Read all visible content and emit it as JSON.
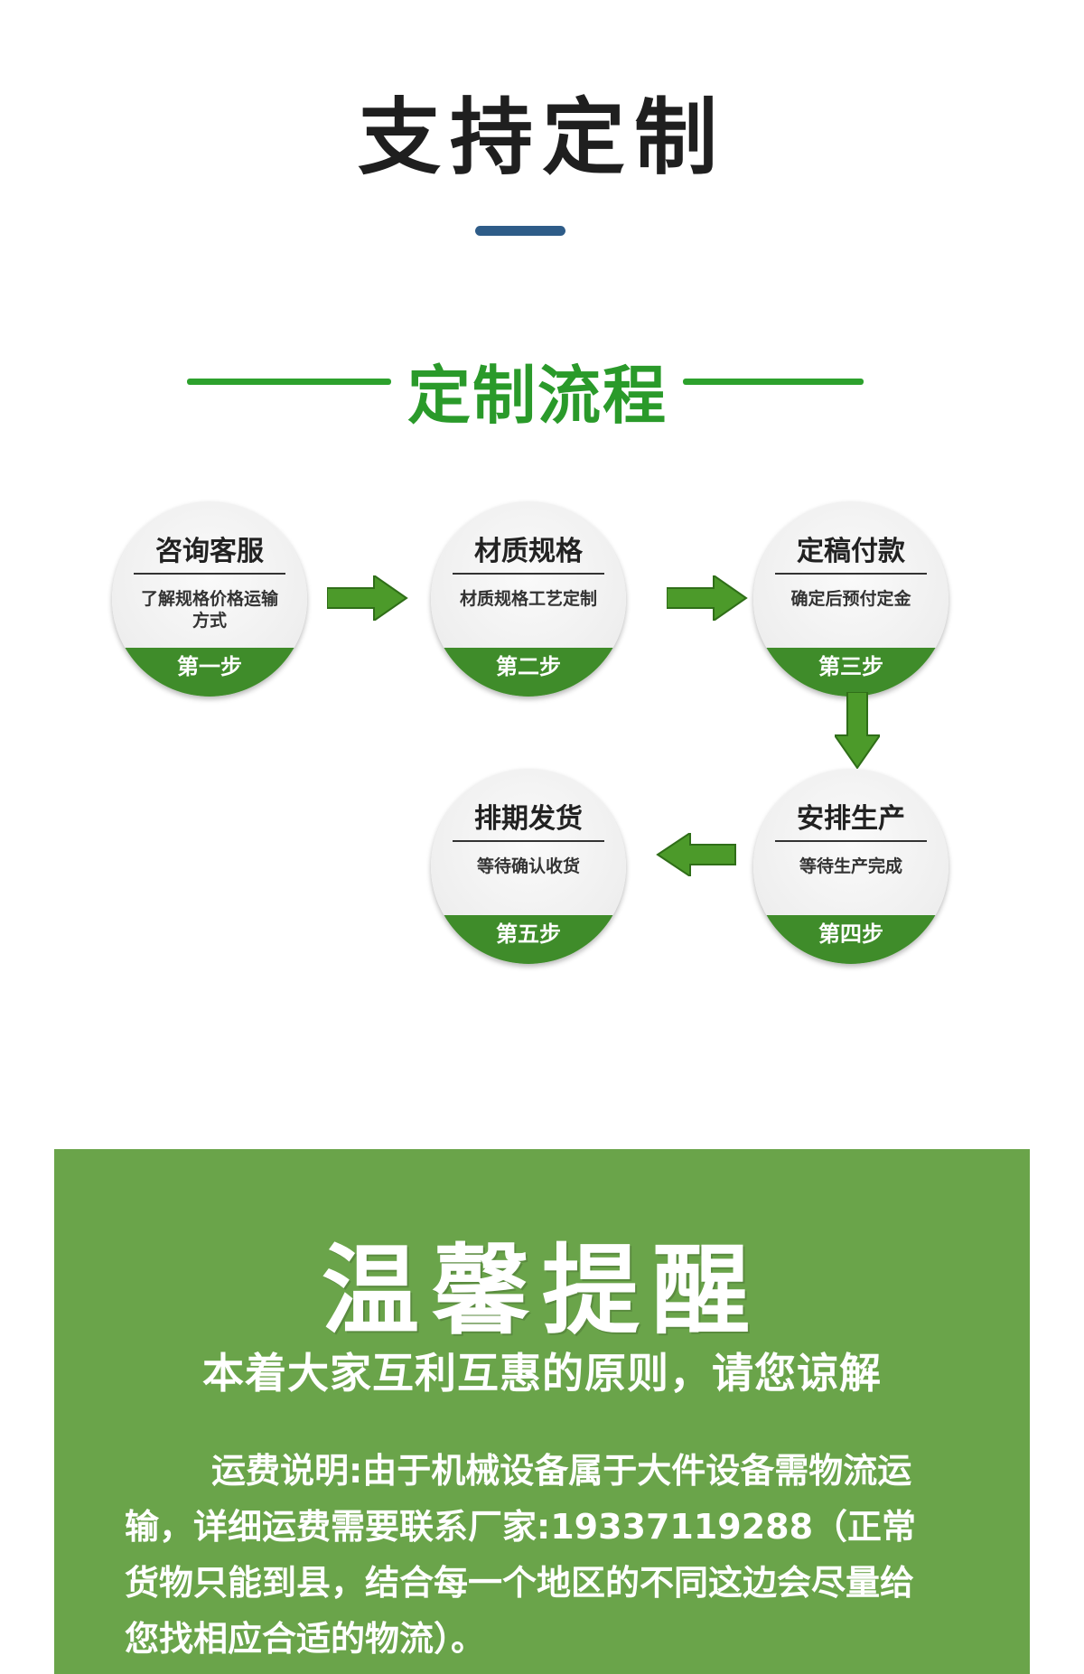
{
  "header": {
    "title": "支持定制"
  },
  "process": {
    "title": "定制流程",
    "steps": [
      {
        "title": "咨询客服",
        "desc": "了解规格价格运输方式",
        "band": "第一步"
      },
      {
        "title": "材质规格",
        "desc": "材质规格工艺定制",
        "band": "第二步"
      },
      {
        "title": "定稿付款",
        "desc": "确定后预付定金",
        "band": "第三步"
      },
      {
        "title": "安排生产",
        "desc": "等待生产完成",
        "band": "第四步"
      },
      {
        "title": "排期发货",
        "desc": "等待确认收货",
        "band": "第五步"
      }
    ]
  },
  "notice": {
    "title": "温馨提醒",
    "subtitle": "本着大家互利互惠的原则，请您谅解",
    "label": "运费说明:",
    "text": "由于机械设备属于大件设备需物流运输，详细运费需要联系厂家:19337119288（正常货物只能到县，结合每一个地区的不同这边会尽量给您找相应合适的物流）。"
  },
  "colors": {
    "title_bar": "#2e5c88",
    "accent_green": "#2da12d",
    "band_green": "#3f8c2a",
    "arrow_green": "#4c9a2a",
    "notice_bg": "#6aa44a"
  },
  "icons": [
    "arrow-right-icon",
    "arrow-down-icon",
    "arrow-left-icon"
  ]
}
